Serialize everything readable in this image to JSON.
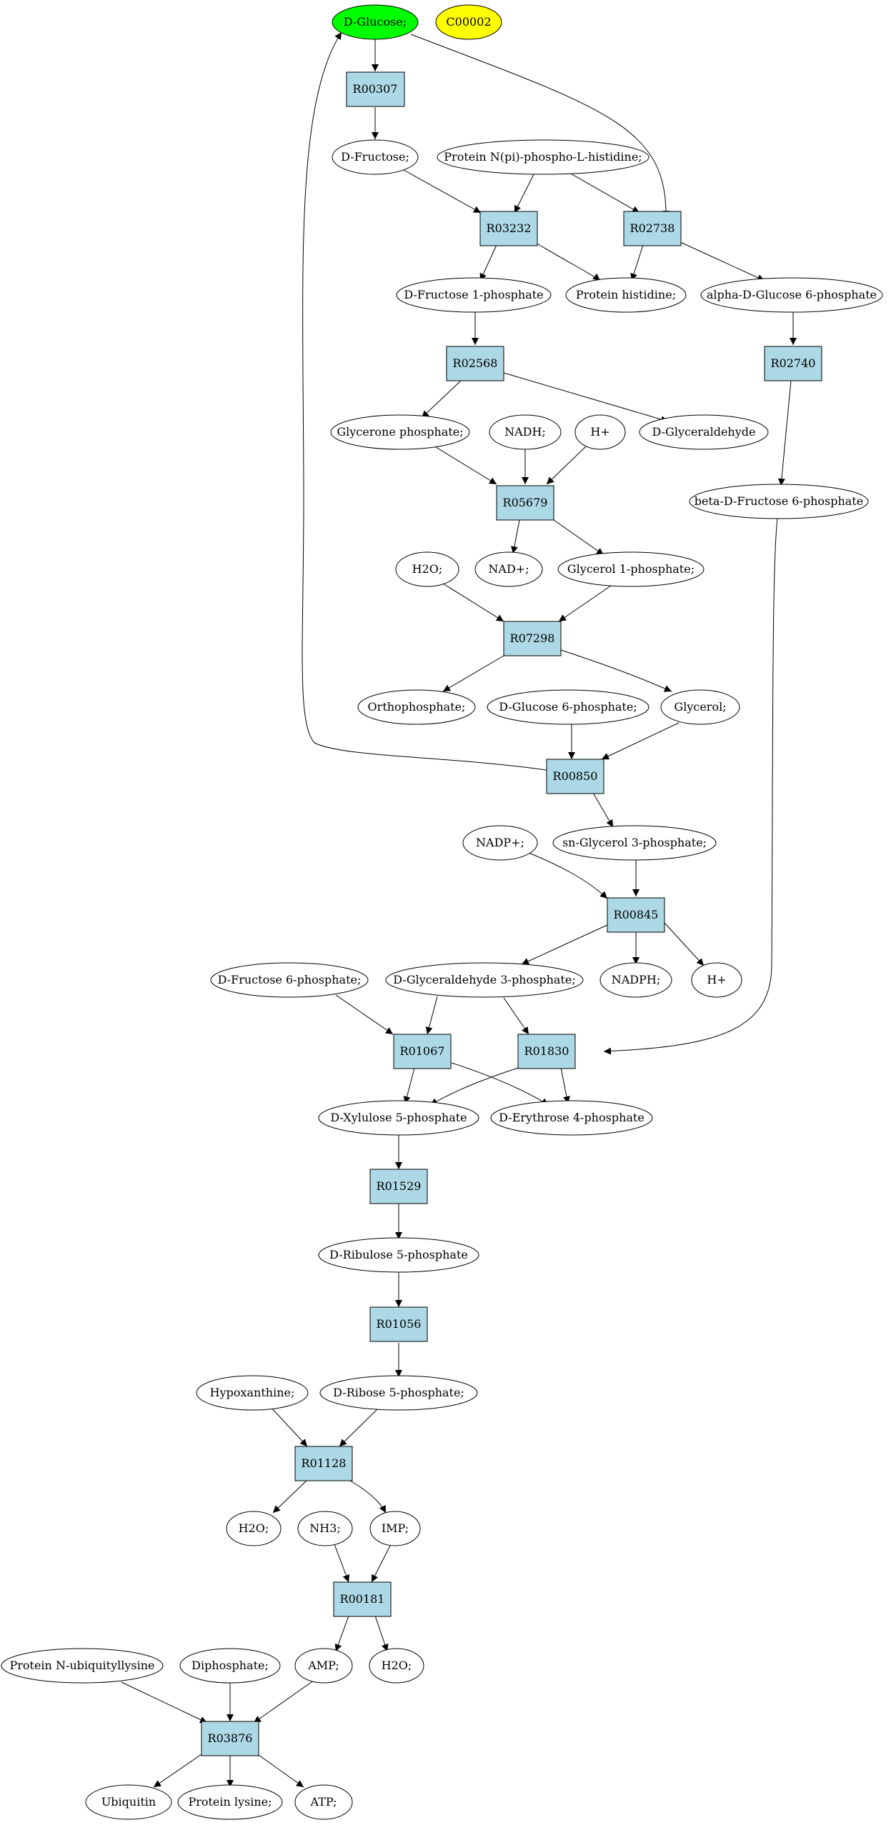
{
  "diagram": {
    "colors": {
      "reaction_fill": "#add8e6",
      "compound_fill": "#ffffff",
      "start_fill": "#00ff00",
      "highlight_fill": "#ffff00",
      "stroke": "#000000"
    },
    "nodes": {
      "glc": "D-Glucose;",
      "c00002": "C00002",
      "r00307": "R00307",
      "fru": "D-Fructose;",
      "pnhis": "Protein N(pi)-phospho-L-histidine;",
      "r03232": "R03232",
      "r02738": "R02738",
      "f1p": "D-Fructose 1-phosphate",
      "phis": "Protein histidine;",
      "ag6p": "alpha-D-Glucose 6-phosphate",
      "r02568": "R02568",
      "r02740": "R02740",
      "gp": "Glycerone phosphate;",
      "nadh": "NADH;",
      "hplus1": "H+",
      "dga": "D-Glyceraldehyde",
      "r05679": "R05679",
      "bf6p": "beta-D-Fructose 6-phosphate",
      "h2o1": "H2O;",
      "nad": "NAD+;",
      "g1p": "Glycerol 1-phosphate;",
      "r07298": "R07298",
      "ortho": "Orthophosphate;",
      "dg6p": "D-Glucose 6-phosphate;",
      "glycerol": "Glycerol;",
      "r00850": "R00850",
      "nadp": "NADP+;",
      "sng3p": "sn-Glycerol 3-phosphate;",
      "r00845": "R00845",
      "df6p": "D-Fructose 6-phosphate;",
      "g3p": "D-Glyceraldehyde 3-phosphate;",
      "nadph": "NADPH;",
      "hplus2": "H+",
      "r01067": "R01067",
      "r01830": "R01830",
      "xu5p": "D-Xylulose 5-phosphate",
      "e4p": "D-Erythrose 4-phosphate",
      "r01529": "R01529",
      "ru5p": "D-Ribulose 5-phosphate",
      "r01056": "R01056",
      "hypo": "Hypoxanthine;",
      "r5p": "D-Ribose 5-phosphate;",
      "r01128": "R01128",
      "h2o2": "H2O;",
      "nh3": "NH3;",
      "imp": "IMP;",
      "r00181": "R00181",
      "pnul": "Protein N-ubiquityllysine",
      "diph": "Diphosphate;",
      "amp": "AMP;",
      "h2o3": "H2O;",
      "r03876": "R03876",
      "ubq": "Ubiquitin",
      "plys": "Protein lysine;",
      "atp": "ATP;"
    }
  }
}
